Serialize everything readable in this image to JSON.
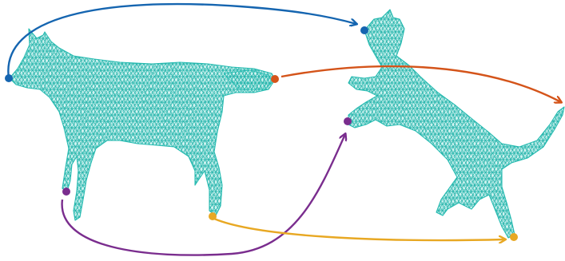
{
  "figure": {
    "mesh_color": "#26bdb3",
    "shapes": [
      {
        "name": "wolf",
        "style": "triangle-mesh"
      },
      {
        "name": "cat",
        "style": "triangle-mesh"
      }
    ],
    "correspondences": [
      {
        "from": "wolf-nose",
        "to": "cat-nose",
        "color": "#1565b0"
      },
      {
        "from": "wolf-tail-tip",
        "to": "cat-tail-tip",
        "color": "#d4541a"
      },
      {
        "from": "wolf-front-paw",
        "to": "cat-raised-paw",
        "color": "#7a2d8e"
      },
      {
        "from": "wolf-hind-paw",
        "to": "cat-hind-paw",
        "color": "#e8a823"
      }
    ]
  }
}
